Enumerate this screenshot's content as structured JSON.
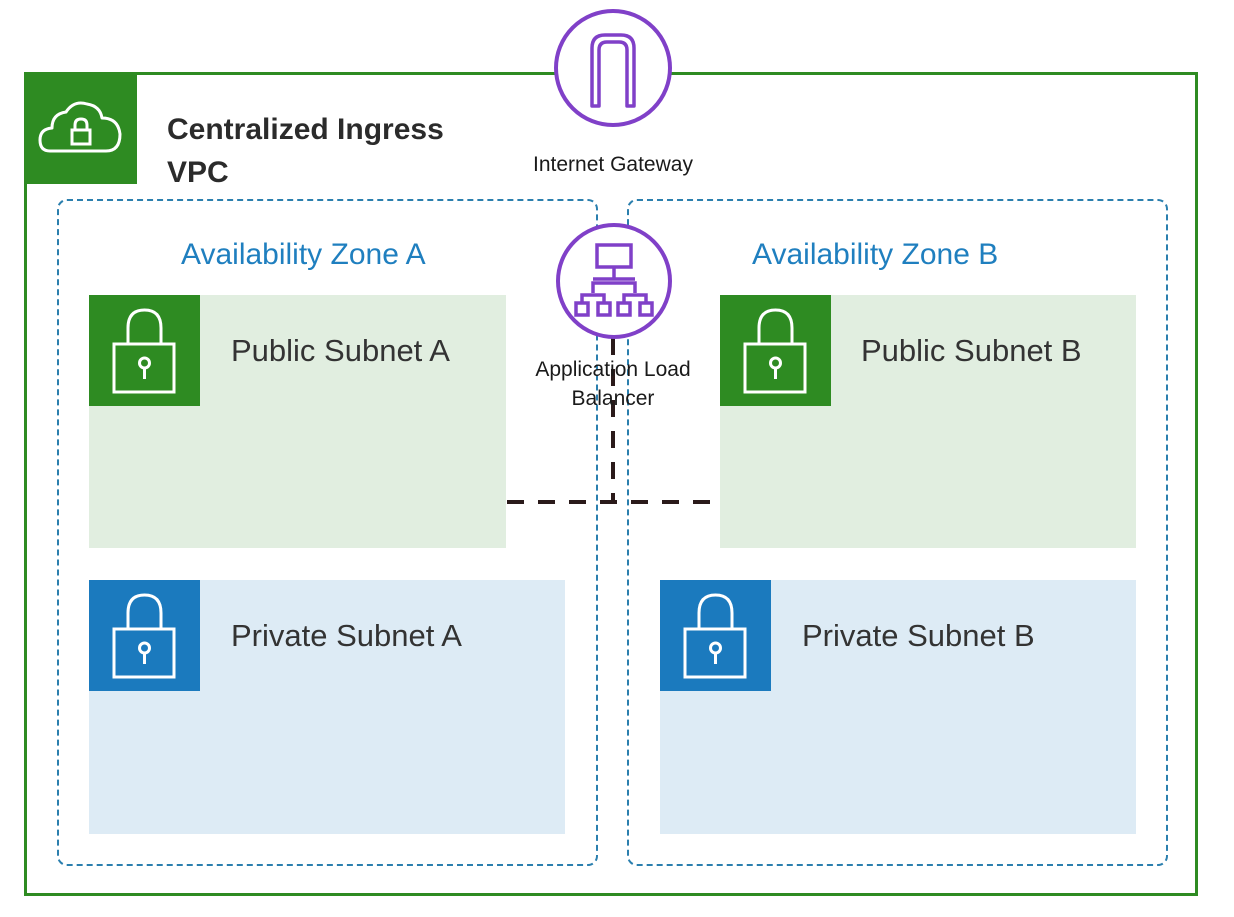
{
  "vpc": {
    "title_line1": "Centralized Ingress",
    "title_line2": "VPC",
    "icon": "cloud-lock-icon",
    "color": "#2e8b22"
  },
  "internet_gateway": {
    "label": "Internet Gateway",
    "icon": "internet-gateway-icon",
    "color": "#8040c8"
  },
  "load_balancer": {
    "label_line1": "Application Load",
    "label_line2": "Balancer",
    "icon": "load-balancer-icon",
    "color": "#8040c8"
  },
  "availability_zones": [
    {
      "label": "Availability Zone A",
      "public_subnet": {
        "label": "Public Subnet A",
        "icon": "lock-icon"
      },
      "private_subnet": {
        "label": "Private Subnet A",
        "icon": "lock-icon"
      }
    },
    {
      "label": "Availability Zone B",
      "public_subnet": {
        "label": "Public Subnet B",
        "icon": "lock-icon"
      },
      "private_subnet": {
        "label": "Private Subnet B",
        "icon": "lock-icon"
      }
    }
  ],
  "colors": {
    "vpc_border": "#2e8b22",
    "az_border": "#2b7fae",
    "az_label": "#1f7fbf",
    "public_fill": "#e1eee0",
    "public_tile": "#2e8b22",
    "private_fill": "#ddebf5",
    "private_tile": "#1b7abe",
    "connector": "#2a1a1a"
  }
}
